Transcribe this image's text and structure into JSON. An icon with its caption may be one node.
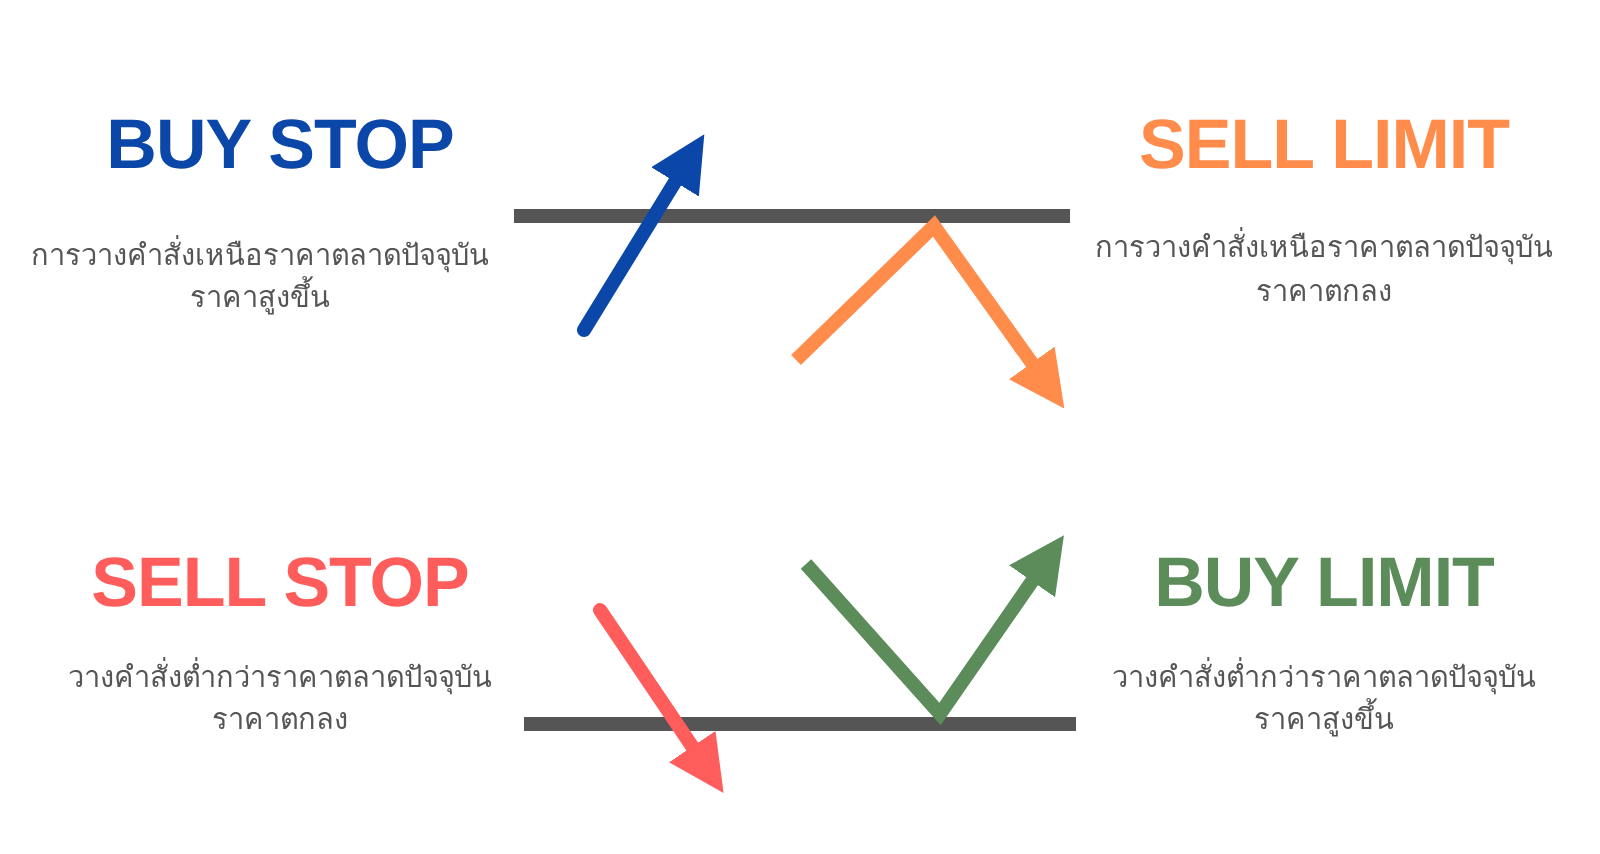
{
  "diagram": {
    "labels": [
      "BUY STOP",
      "SELL LIMIT",
      "การวางคำสั่งเหนือราคาตลาดปัจจุบัน",
      "การวางคำสั่งเหนือราคาตลาดปัจจุบัน",
      "ราคาสูงขึ้น",
      "ราคาตกลง",
      "SELL STOP",
      "BUY LIMIT",
      "วางคำสั่งต่ำกว่าราคาตลาดปัจจุบัน",
      "วางคำสั่งต่ำกว่าราคาตลาดปัจจุบัน",
      "ราคาตกลง",
      "ราคาสูงขึ้น"
    ]
  }
}
